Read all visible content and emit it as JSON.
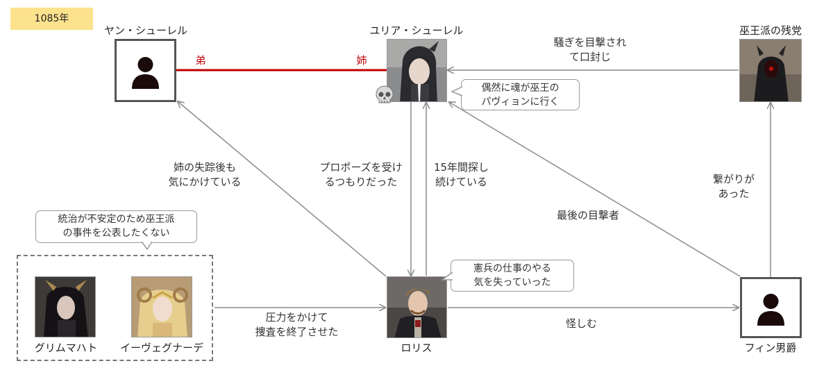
{
  "year_label": "1085年",
  "colors": {
    "sibling_line": "#c00000",
    "arrow": "#8c8c8c",
    "year_bg": "#fde28e"
  },
  "characters": {
    "yan": {
      "name": "ヤン・シューレル",
      "portrait": "person-silhouette-icon"
    },
    "julia": {
      "name": "ユリア・シューレル",
      "portrait": "photo"
    },
    "remnant": {
      "name": "巫王派の残党",
      "portrait": "photo"
    },
    "grimmahat": {
      "name": "グリムマハト",
      "portrait": "photo"
    },
    "ievegnade": {
      "name": "イーヴェグナーデ",
      "portrait": "photo"
    },
    "loris": {
      "name": "ロリス",
      "portrait": "photo"
    },
    "finn": {
      "name": "フィン男爵",
      "portrait": "person-silhouette-icon"
    }
  },
  "sibling_labels": {
    "yan_side": "弟",
    "julia_side": "姉"
  },
  "edge_labels": {
    "remnant_to_julia": "騒ぎを目撃され\nて口封じ",
    "loris_to_yan": "姉の失踪後も\n気にかけている",
    "julia_to_loris": "プロポーズを受け\nるつもりだった",
    "loris_to_julia": "15年間探し\n続けている",
    "finn_to_remnant": "繋がりが\nあった",
    "finn_to_julia": "最後の目撃者",
    "group_to_loris": "圧力をかけて\n捜査を終了させた",
    "loris_to_finn": "怪しむ"
  },
  "bubbles": {
    "julia": "偶然に魂が巫王の\nパヴィョンに行く",
    "group": "統治が不安定のため巫王派\nの事件を公表したくない",
    "loris": "憲兵の仕事のやる\n気を失っていった"
  },
  "icons": {
    "julia_status": "skull-icon"
  }
}
